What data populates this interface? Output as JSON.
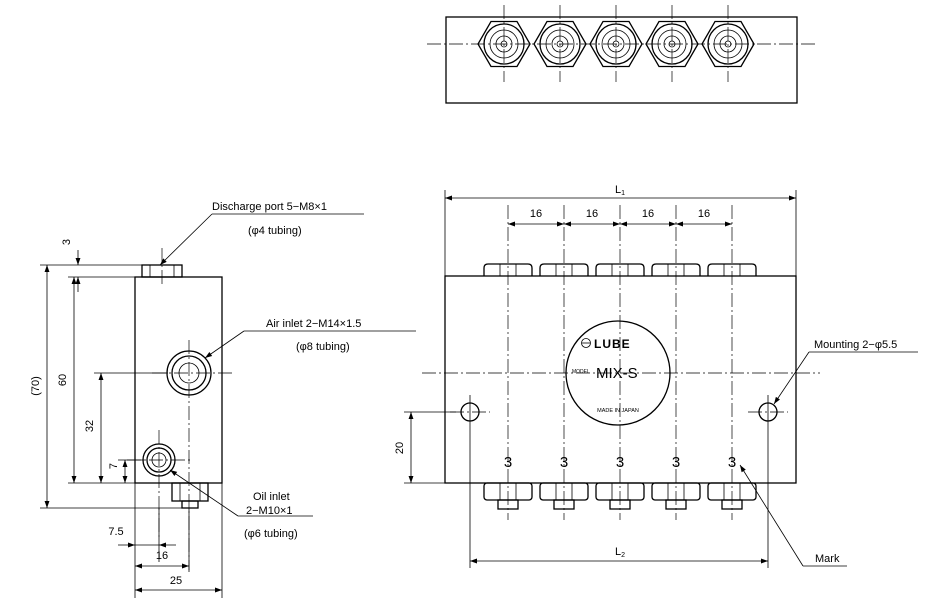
{
  "labels": {
    "discharge_port": "Discharge port  5−M8×1",
    "discharge_tubing": "(φ4 tubing)",
    "air_inlet": "Air inlet  2−M14×1.5",
    "air_tubing": "(φ8 tubing)",
    "oil_inlet_title": "Oil inlet",
    "oil_inlet_spec": "2−M10×1",
    "oil_tubing": "(φ6 tubing)",
    "mounting": "Mounting 2−φ5.5",
    "mark": "Mark"
  },
  "dimensions": {
    "top_offset": "3",
    "overall_height": "(70)",
    "body_height": "60",
    "air_inlet_height": "32",
    "oil_inlet_height": "7",
    "offset_7_5": "7.5",
    "width_16": "16",
    "width_25": "25",
    "pitch": [
      "16",
      "16",
      "16",
      "16"
    ],
    "l1_main": "L",
    "l1_sub": "1",
    "l2_main": "L",
    "l2_sub": "2",
    "mount_height": "20"
  },
  "nameplate": {
    "brand": "LUBE",
    "model_prefix": "MODEL",
    "model": "MIX-S",
    "origin": "MADE IN JAPAN"
  },
  "port_marks": [
    "3",
    "3",
    "3",
    "3",
    "3"
  ]
}
